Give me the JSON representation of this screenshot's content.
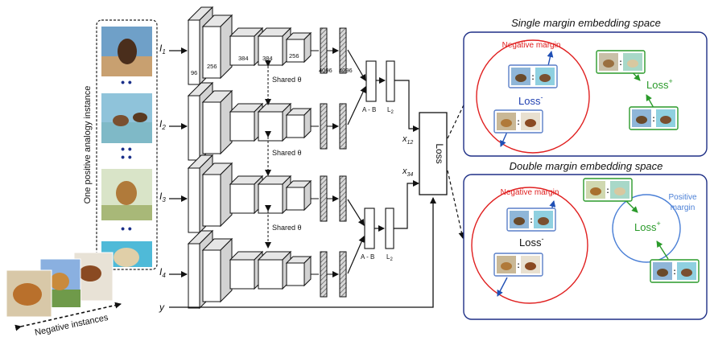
{
  "inputs": {
    "i1": {
      "base": "I",
      "sub": "1"
    },
    "i2": {
      "base": "I",
      "sub": "2"
    },
    "i3": {
      "base": "I",
      "sub": "3"
    },
    "i4": {
      "base": "I",
      "sub": "4"
    },
    "y": "y"
  },
  "instance_panel": {
    "positive_label": "One positive analogy instance",
    "dots_a": "• •",
    "dots_b": "• •\n• •",
    "dots_c": "• •",
    "negative_label": "Negative instances"
  },
  "cnn": {
    "layer_dims": [
      "96",
      "256",
      "384",
      "384",
      "256",
      "4096",
      "4096"
    ],
    "shared_label": "Shared θ"
  },
  "ops": {
    "diff": "A - B",
    "l2": {
      "base": "L",
      "sub": "2"
    },
    "x12": {
      "base": "x",
      "sub": "12"
    },
    "x34": {
      "base": "x",
      "sub": "34"
    },
    "loss": "Loss"
  },
  "single_space": {
    "title": "Single margin embedding space",
    "negative_margin": "Negative margin",
    "loss_minus": {
      "base": "Loss",
      "sup": "-"
    },
    "loss_plus": {
      "base": "Loss",
      "sup": "+"
    }
  },
  "double_space": {
    "title": "Double margin embedding space",
    "negative_margin": "Negative margin",
    "positive_margin_line1": "Positive",
    "positive_margin_line2": "margin",
    "loss_minus": {
      "base": "Loss",
      "sup": "-"
    },
    "loss_plus": {
      "base": "Loss",
      "sup": "+"
    }
  },
  "pair_separator": ":",
  "colors": {
    "red": "#e02020",
    "blue_arrow": "#1f4fb5",
    "green": "#2a9a2a",
    "positive_blue": "#4a7fd6",
    "panel_border": "#1e2f86"
  }
}
